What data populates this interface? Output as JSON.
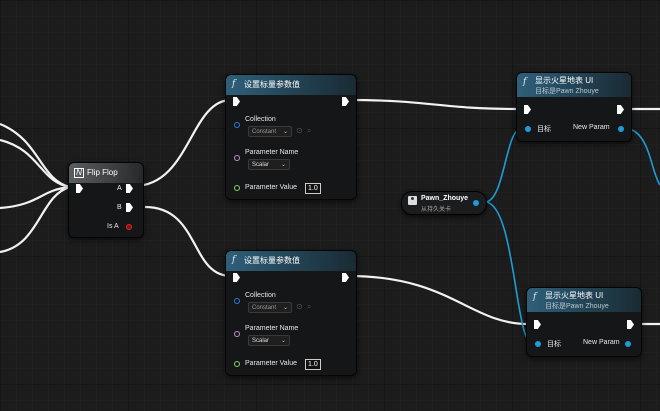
{
  "flipflop": {
    "title": "Flip Flop",
    "pin_a": "A",
    "pin_b": "B",
    "pin_isa": "Is A"
  },
  "set_scalar_1": {
    "title": "设置标量参数值",
    "collection_label": "Collection",
    "collection_value": "Constant",
    "param_name_label": "Parameter Name",
    "param_name_value": "Scalar",
    "param_value_label": "Parameter Value",
    "param_value": "1.0"
  },
  "set_scalar_2": {
    "title": "设置标量参数值",
    "collection_label": "Collection",
    "collection_value": "Constant",
    "param_name_label": "Parameter Name",
    "param_name_value": "Scalar",
    "param_value_label": "Parameter Value",
    "param_value": "1.0"
  },
  "show_ui_1": {
    "title": "显示火星地表 UI",
    "subtitle": "目标是Pawn Zhouye",
    "target_label": "目标",
    "new_param_label": "New Param"
  },
  "show_ui_2": {
    "title": "显示火星地表 UI",
    "subtitle": "目标是Pawn Zhouye",
    "target_label": "目标",
    "new_param_label": "New Param"
  },
  "pawn": {
    "title": "Pawn_Zhouye",
    "subtitle": "从持久关卡"
  },
  "colors": {
    "exec": "#ffffff",
    "object_pin": "#1f9bd6",
    "collection_pin": "#2a7fd6",
    "name_pin": "#c98ad6",
    "float_pin": "#7bd66a",
    "bool_pin": "#d62a2a"
  },
  "icons": {
    "function": "function-icon",
    "flipflop": "flipflop-icon",
    "pawn": "actor-reference-icon"
  }
}
